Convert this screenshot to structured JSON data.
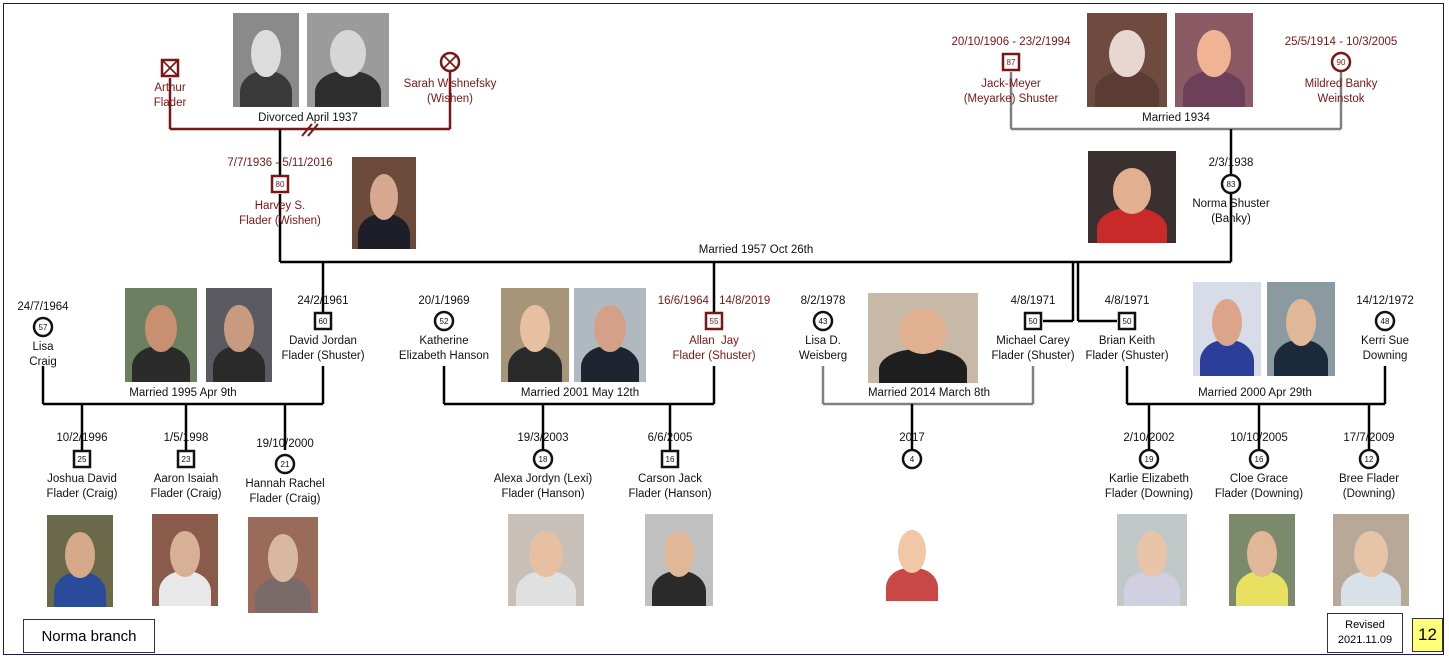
{
  "branch_label": "Norma branch",
  "revised": {
    "label": "Revised",
    "date": "2021.11.09"
  },
  "page_number": "12",
  "colors": {
    "living": "#111111",
    "deceased": "#7a1616",
    "page_badge": "#ffff7a"
  },
  "persons": {
    "arthur": {
      "name": "Arthur\nFlader",
      "dates": "",
      "age": "",
      "shape": "square",
      "deceased": true
    },
    "sarah": {
      "name": "Sarah Wishnefsky\n(Wishen)",
      "dates": "",
      "age": "",
      "shape": "circle",
      "deceased": true
    },
    "jack": {
      "name": "Jack-Meyer\n(Meyarke) Shuster",
      "dates": "20/10/1906 - 23/2/1994",
      "age": "87",
      "shape": "square",
      "deceased": true
    },
    "mildred": {
      "name": "Mildred Banky\nWeinstok",
      "dates": "25/5/1914 - 10/3/2005",
      "age": "90",
      "shape": "circle",
      "deceased": true
    },
    "harvey": {
      "name": "Harvey S.\nFlader (Wishen)",
      "dates": "7/7/1936 - 5/11/2016",
      "age": "80",
      "shape": "square",
      "deceased": true
    },
    "norma": {
      "name": "Norma Shuster\n(Banky)",
      "dates": "2/3/1938",
      "age": "83",
      "shape": "circle",
      "deceased": false
    },
    "lisa_craig": {
      "name": "Lisa\nCraig",
      "dates": "24/7/1964",
      "age": "57",
      "shape": "circle",
      "deceased": false
    },
    "david": {
      "name": "David Jordan\nFlader (Shuster)",
      "dates": "24/2/1961",
      "age": "60",
      "shape": "square",
      "deceased": false
    },
    "katherine": {
      "name": "Katherine\nElizabeth Hanson",
      "dates": "20/1/1969",
      "age": "52",
      "shape": "circle",
      "deceased": false
    },
    "allan": {
      "name": "Allan  Jay\nFlader (Shuster)",
      "dates": "16/6/1964 - 14/8/2019",
      "age": "55",
      "shape": "square",
      "deceased": true
    },
    "lisa_w": {
      "name": "Lisa D.\nWeisberg",
      "dates": "8/2/1978",
      "age": "43",
      "shape": "circle",
      "deceased": false
    },
    "michael": {
      "name": "Michael Carey\nFlader (Shuster)",
      "dates": "4/8/1971",
      "age": "50",
      "shape": "square",
      "deceased": false
    },
    "brian": {
      "name": "Brian Keith\nFlader (Shuster)",
      "dates": "4/8/1971",
      "age": "50",
      "shape": "square",
      "deceased": false
    },
    "kerri": {
      "name": "Kerri Sue\nDowning",
      "dates": "14/12/1972",
      "age": "48",
      "shape": "circle",
      "deceased": false
    },
    "joshua": {
      "name": "Joshua David\nFlader (Craig)",
      "dates": "10/2/1996",
      "age": "25",
      "shape": "square",
      "deceased": false
    },
    "aaron": {
      "name": "Aaron Isaiah\nFlader (Craig)",
      "dates": "1/5/1998",
      "age": "23",
      "shape": "square",
      "deceased": false
    },
    "hannah": {
      "name": "Hannah Rachel\nFlader (Craig)",
      "dates": "19/10/2000",
      "age": "21",
      "shape": "circle",
      "deceased": false
    },
    "alexa": {
      "name": "Alexa Jordyn (Lexi)\nFlader (Hanson)",
      "dates": "19/3/2003",
      "age": "18",
      "shape": "circle",
      "deceased": false
    },
    "carson": {
      "name": "Carson Jack\nFlader (Hanson)",
      "dates": "6/6/2005",
      "age": "16",
      "shape": "square",
      "deceased": false
    },
    "baby": {
      "name": "",
      "dates": "2017",
      "age": "4",
      "shape": "circle",
      "deceased": false
    },
    "karlie": {
      "name": "Karlie Elizabeth\nFlader (Downing)",
      "dates": "2/10/2002",
      "age": "19",
      "shape": "circle",
      "deceased": false
    },
    "cloe": {
      "name": "Cloe Grace\nFlader (Downing)",
      "dates": "10/10/2005",
      "age": "16",
      "shape": "circle",
      "deceased": false
    },
    "bree": {
      "name": "Bree Flader\n(Downing)",
      "dates": "17/7/2009",
      "age": "12",
      "shape": "circle",
      "deceased": false
    }
  },
  "marriages": {
    "arthur_sarah": "Divorced April 1937",
    "jack_mildred": "Married 1934",
    "harvey_norma": "Married 1957 Oct 26th",
    "david_lisa": "Married 1995 Apr 9th",
    "allan_katherine": "Married  2001 May 12th",
    "michael_lisa": "Married 2014 March 8th",
    "brian_kerri": "Married 2000 Apr 29th"
  }
}
